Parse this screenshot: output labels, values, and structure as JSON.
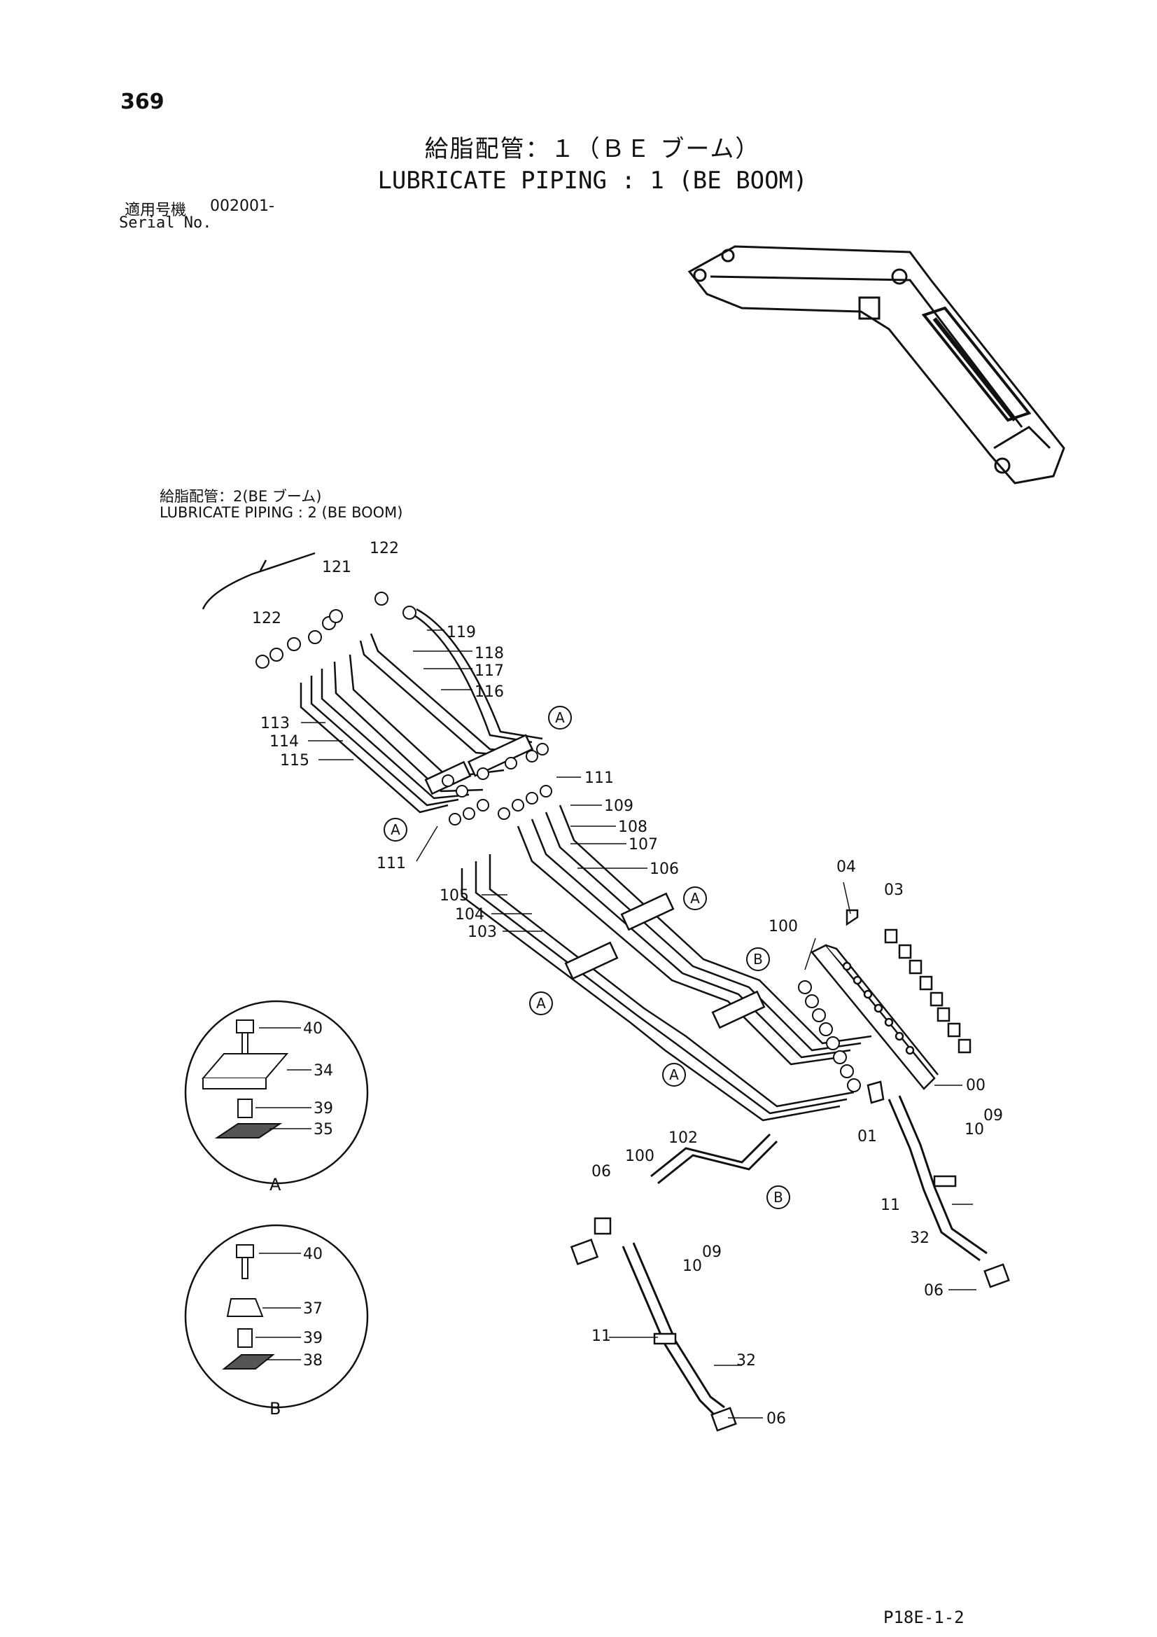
{
  "page_number": "369",
  "title_jp": "給脂配管：１（ＢＥ ブーム）",
  "title_en": "LUBRICATE PIPING : 1 (BE BOOM)",
  "serial_label_jp": "適用号機",
  "serial_value": "002001-",
  "serial_label_en": "Serial No.",
  "reference_jp": "給脂配管：2(BE ブーム)",
  "reference_en": "LUBRICATE PIPING : 2 (BE BOOM)",
  "footer_code": "P18E-1-2",
  "part_callouts": [
    "122",
    "121",
    "122",
    "119",
    "118",
    "117",
    "116",
    "113",
    "114",
    "115",
    "111",
    "111",
    "109",
    "108",
    "107",
    "106",
    "105",
    "104",
    "103",
    "04",
    "03",
    "100",
    "00",
    "01",
    "10",
    "09",
    "11",
    "32",
    "06",
    "102",
    "100",
    "06",
    "10",
    "09",
    "11",
    "32",
    "06",
    "40",
    "34",
    "39",
    "35",
    "40",
    "37",
    "39",
    "38"
  ],
  "view_markers": [
    "A",
    "A",
    "A",
    "A",
    "A",
    "B",
    "B"
  ],
  "detail_labels": [
    "A",
    "B"
  ],
  "colors": {
    "ink": "#111111",
    "background": "#ffffff"
  }
}
